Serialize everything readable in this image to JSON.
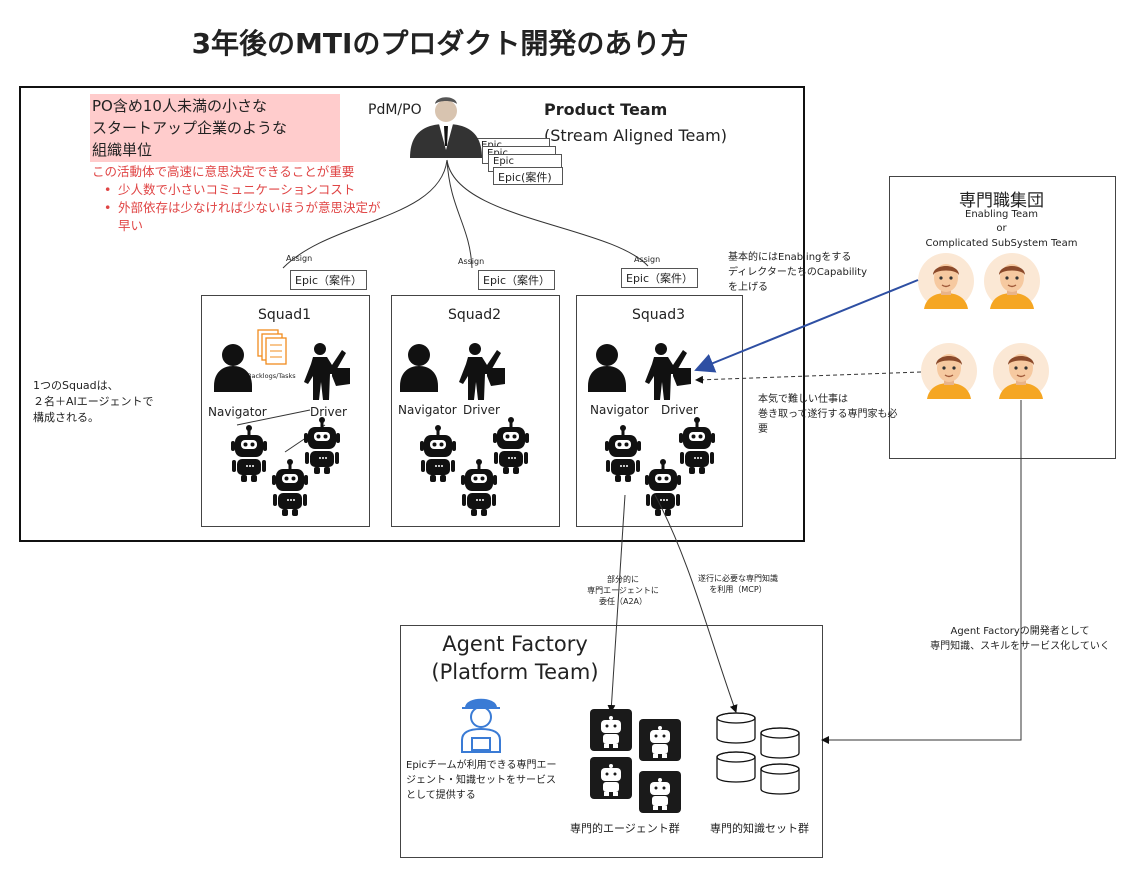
{
  "title": "3年後のMTIのプロダクト開発のあり方",
  "product_team": {
    "name": "Product Team",
    "sub": "(Stream Aligned Team)",
    "pdm": "PdM/PO",
    "epic_stack": [
      "Epic",
      "Epic",
      "Epic",
      "Epic(案件)"
    ]
  },
  "org_note": {
    "line1": "PO含め10人未満の小さな",
    "line2": "スタートアップ企業のような",
    "line3": "組織単位",
    "red_main": "この活動体で高速に意思決定できることが重要",
    "bullet1": "少人数で小さいコミュニケーションコスト",
    "bullet2a": "外部依存は少なければ少ないほうが意思決定が",
    "bullet2b": "早い"
  },
  "assign_label": "Assign",
  "epic_label": "Epic（案件）",
  "squads": [
    {
      "name": "Squad1",
      "navigator": "Navigator",
      "driver": "Driver",
      "backlog": "Backlogs/Tasks"
    },
    {
      "name": "Squad2",
      "navigator": "Navigator",
      "driver": "Driver"
    },
    {
      "name": "Squad3",
      "navigator": "Navigator",
      "driver": "Driver"
    }
  ],
  "squad_note": {
    "line1": "1つのSquadは、",
    "line2": "２名＋AIエージェントで",
    "line3": "構成される。"
  },
  "specialists": {
    "title": "専門職集団",
    "sub1": "Enabling Team",
    "sub2": "or",
    "sub3": "Complicated SubSystem Team"
  },
  "enabling_note": {
    "line1": "基本的にはEnablingをする",
    "line2": "ディレクターたちのCapability",
    "line3": "を上げる"
  },
  "expert_note": {
    "line1": "本気で難しい仕事は",
    "line2": "巻き取って遂行する専門家も必",
    "line3": "要"
  },
  "a2a_note": {
    "line1": "部分的に",
    "line2": "専門エージェントに",
    "line3": "委任（A2A）"
  },
  "mcp_note": {
    "line1": "遂行に必要な専門知識",
    "line2": "を利用（MCP）"
  },
  "factory_dev_note": {
    "line1": "Agent Factoryの開発者として",
    "line2": "専門知識、スキルをサービス化していく"
  },
  "agent_factory": {
    "title1": "Agent Factory",
    "title2": "(Platform Team)",
    "desc1": "Epicチームが利用できる専門エー",
    "desc2": "ジェント・知識セットをサービス",
    "desc3": "として提供する",
    "agents_label": "専門的エージェント群",
    "knowledge_label": "専門的知識セット群"
  },
  "colors": {
    "pink_bg": "#ffcccc",
    "red_text": "#e04545",
    "blue_arrow": "#2e4fa3",
    "orange": "#f08c1e",
    "face_skin": "#f6c9a0",
    "shirt": "#f5a623"
  }
}
